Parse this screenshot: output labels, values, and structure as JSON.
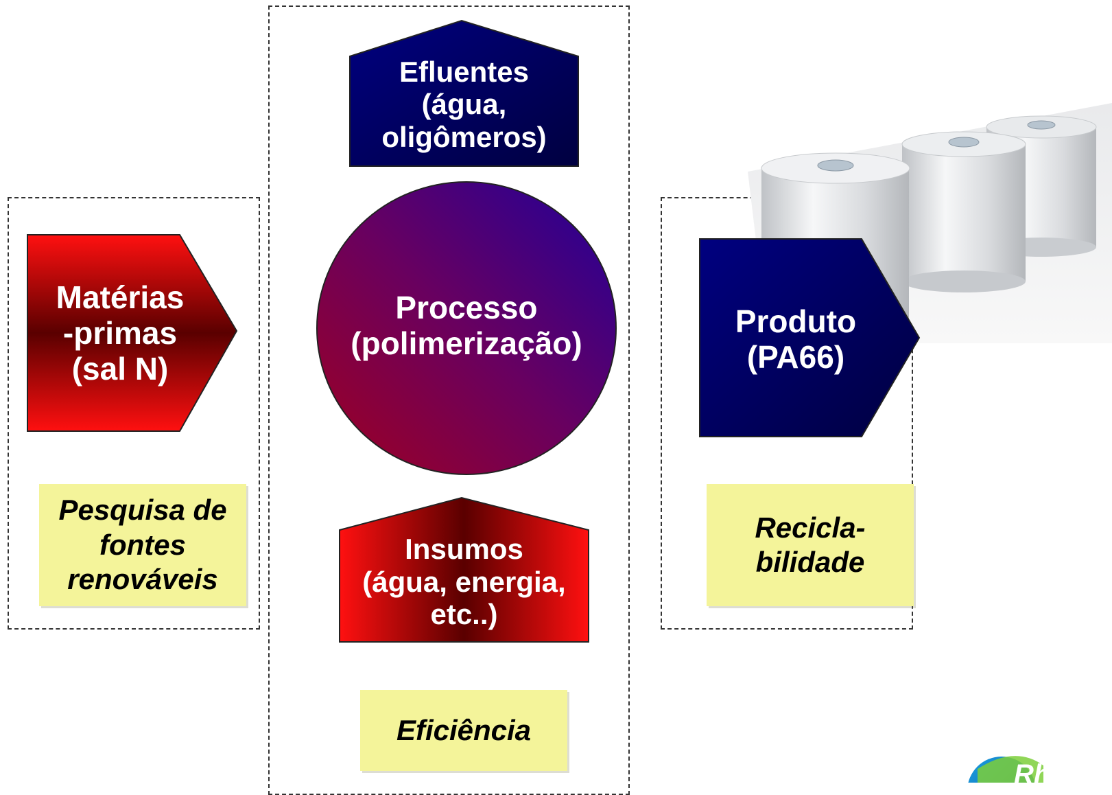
{
  "raw_materials": {
    "label": "Matérias\n-primas\n(sal N)",
    "note": "Pesquisa de\nfontes\nrenováveis"
  },
  "process": {
    "effluents_label": "Efluentes\n(água,\noligômeros)",
    "process_label": "Processo\n(polimerização)",
    "inputs_label": "Insumos\n(água, energia,\netc..)",
    "note": "Eficiência"
  },
  "product": {
    "label": "Produto\n(PA66)",
    "note": "Recicla-\nbilidade"
  },
  "photo": {
    "subject": "nylon yarn spools"
  },
  "logo": {
    "text": "Rh"
  },
  "colors": {
    "red": "#ff1010",
    "dark_red": "#5a0000",
    "navy": "#000066",
    "purple": "#3a0088",
    "crimson": "#990022",
    "yellow_note": "#f4f49a",
    "dash": "#333333"
  }
}
